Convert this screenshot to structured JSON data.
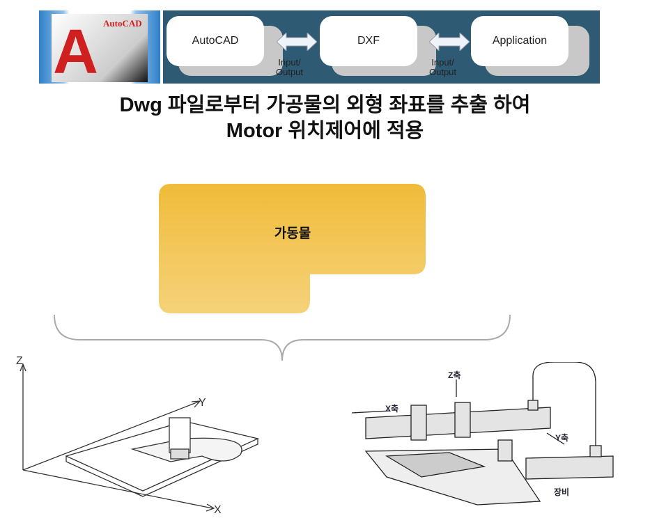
{
  "logo": {
    "text": "AutoCAD",
    "letter": "A"
  },
  "flow": {
    "boxes": [
      "AutoCAD",
      "DXF",
      "Application"
    ],
    "io_labels": [
      "Input/\nOutput",
      "Input/\nOutput"
    ]
  },
  "title": {
    "line1": "Dwg 파일로부터 가공물의 외형 좌표를 추출 하여",
    "line2": "Motor 위치제어에 적용"
  },
  "mover": {
    "label": "가동물"
  },
  "left_diagram": {
    "axes": [
      "Z",
      "Y",
      "X"
    ]
  },
  "right_diagram": {
    "labels": {
      "z": "Z축",
      "x": "X축",
      "y": "Y축",
      "device": "장비"
    }
  }
}
